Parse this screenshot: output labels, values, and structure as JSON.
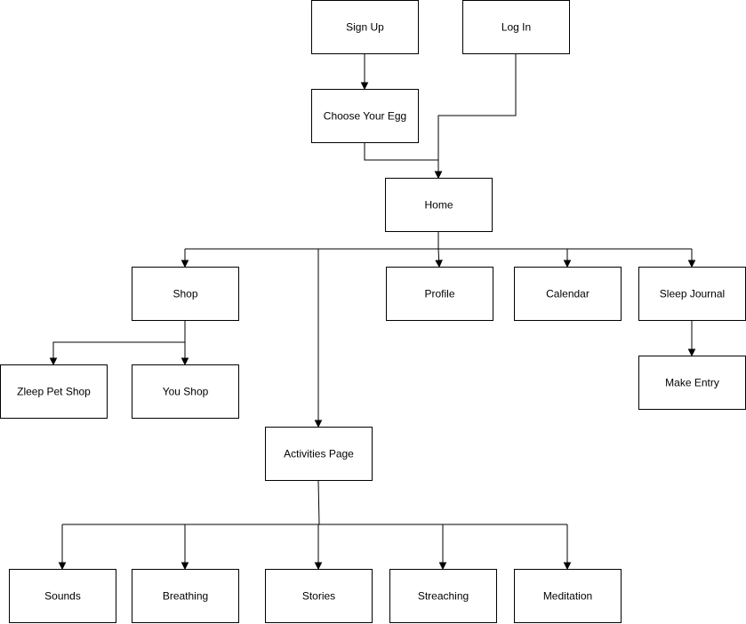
{
  "diagram": {
    "type": "flowchart",
    "nodes": {
      "signup": "Sign Up",
      "login": "Log In",
      "choose_egg": "Choose Your Egg",
      "home": "Home",
      "shop": "Shop",
      "profile": "Profile",
      "calendar": "Calendar",
      "sleep_journal": "Sleep Journal",
      "zleep_pet_shop": "Zleep Pet Shop",
      "you_shop": "You Shop",
      "make_entry": "Make Entry",
      "activities": "Activities Page",
      "sounds": "Sounds",
      "breathing": "Breathing",
      "stories": "Stories",
      "streaching": "Streaching",
      "meditation": "Meditation"
    },
    "edges": [
      {
        "from": "signup",
        "to": "choose_egg"
      },
      {
        "from": "choose_egg",
        "to": "home"
      },
      {
        "from": "login",
        "to": "home"
      },
      {
        "from": "home",
        "to": "shop"
      },
      {
        "from": "home",
        "to": "activities"
      },
      {
        "from": "home",
        "to": "profile"
      },
      {
        "from": "home",
        "to": "calendar"
      },
      {
        "from": "home",
        "to": "sleep_journal"
      },
      {
        "from": "shop",
        "to": "zleep_pet_shop"
      },
      {
        "from": "shop",
        "to": "you_shop"
      },
      {
        "from": "sleep_journal",
        "to": "make_entry"
      },
      {
        "from": "activities",
        "to": "sounds"
      },
      {
        "from": "activities",
        "to": "breathing"
      },
      {
        "from": "activities",
        "to": "stories"
      },
      {
        "from": "activities",
        "to": "streaching"
      },
      {
        "from": "activities",
        "to": "meditation"
      }
    ]
  }
}
